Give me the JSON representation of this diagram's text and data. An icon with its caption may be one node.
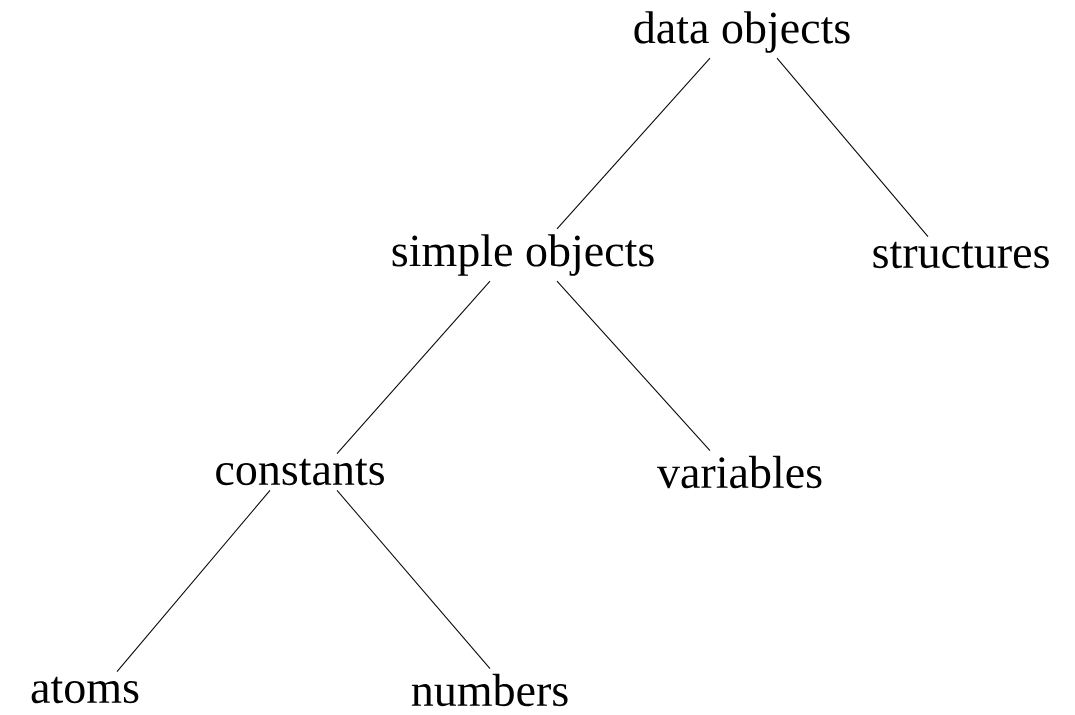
{
  "diagram": {
    "nodes": [
      {
        "text": [
          "data objects"
        ]
      },
      {
        "text": [
          "simple objects"
        ]
      },
      {
        "text": [
          "structures"
        ]
      },
      {
        "text": [
          "constants"
        ]
      },
      {
        "text": [
          "variables"
        ]
      },
      {
        "text": [
          "atoms"
        ]
      },
      {
        "text": [
          "numbers"
        ]
      }
    ],
    "edges": [
      {
        "from": 0,
        "to": 1,
        "arrow": "none"
      },
      {
        "from": 0,
        "to": 2,
        "arrow": "none"
      },
      {
        "from": 1,
        "to": 3,
        "arrow": "none"
      },
      {
        "from": 1,
        "to": 4,
        "arrow": "none"
      },
      {
        "from": 3,
        "to": 5,
        "arrow": "none"
      },
      {
        "from": 3,
        "to": 6,
        "arrow": "none"
      }
    ]
  }
}
